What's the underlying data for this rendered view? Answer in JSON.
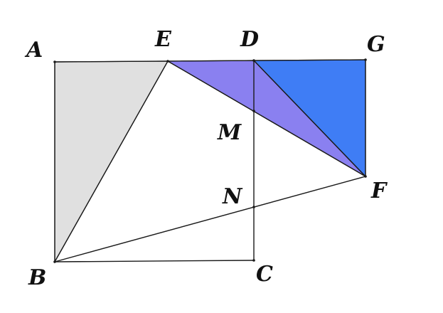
{
  "figure": {
    "points": [
      {
        "id": "A",
        "label": "A"
      },
      {
        "id": "E",
        "label": "E"
      },
      {
        "id": "D",
        "label": "D"
      },
      {
        "id": "G",
        "label": "G"
      },
      {
        "id": "M",
        "label": "M"
      },
      {
        "id": "N",
        "label": "N"
      },
      {
        "id": "F",
        "label": "F"
      },
      {
        "id": "B",
        "label": "B"
      },
      {
        "id": "C",
        "label": "C"
      }
    ],
    "segments": [
      [
        "A",
        "G"
      ],
      [
        "A",
        "B"
      ],
      [
        "B",
        "C"
      ],
      [
        "D",
        "C"
      ],
      [
        "B",
        "E"
      ],
      [
        "B",
        "F"
      ],
      [
        "E",
        "F"
      ],
      [
        "D",
        "F"
      ],
      [
        "G",
        "F"
      ]
    ],
    "shaded_regions": [
      {
        "vertices": [
          "A",
          "B",
          "E"
        ],
        "color": "#e0e0e0"
      },
      {
        "vertices": [
          "E",
          "D",
          "F"
        ],
        "color": "#8a80f0"
      },
      {
        "vertices": [
          "D",
          "G",
          "F"
        ],
        "color": "#3f7df5"
      }
    ]
  }
}
